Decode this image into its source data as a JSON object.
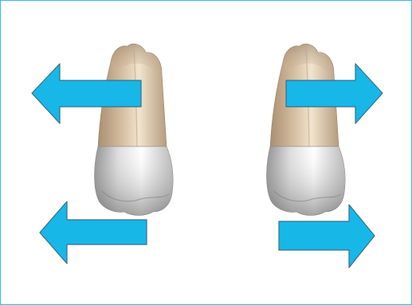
{
  "colors": {
    "frame_border": "#33b9ee",
    "arrow_fill": "#17b7e8",
    "arrow_stroke": "#3a6f86",
    "root_light": "#f1e4ce",
    "root_mid": "#d6bea0",
    "root_dark": "#a98f72",
    "crown_light": "#ffffff",
    "crown_mid": "#dcdcdc",
    "crown_dark": "#8e8e8e"
  },
  "diagram": {
    "teeth": [
      {
        "name": "left-tooth"
      },
      {
        "name": "right-tooth"
      }
    ],
    "arrows": [
      {
        "name": "left-tooth-root-arrow",
        "direction": "left"
      },
      {
        "name": "left-tooth-crown-arrow",
        "direction": "left"
      },
      {
        "name": "right-tooth-root-arrow",
        "direction": "right"
      },
      {
        "name": "right-tooth-crown-arrow",
        "direction": "right"
      }
    ]
  }
}
